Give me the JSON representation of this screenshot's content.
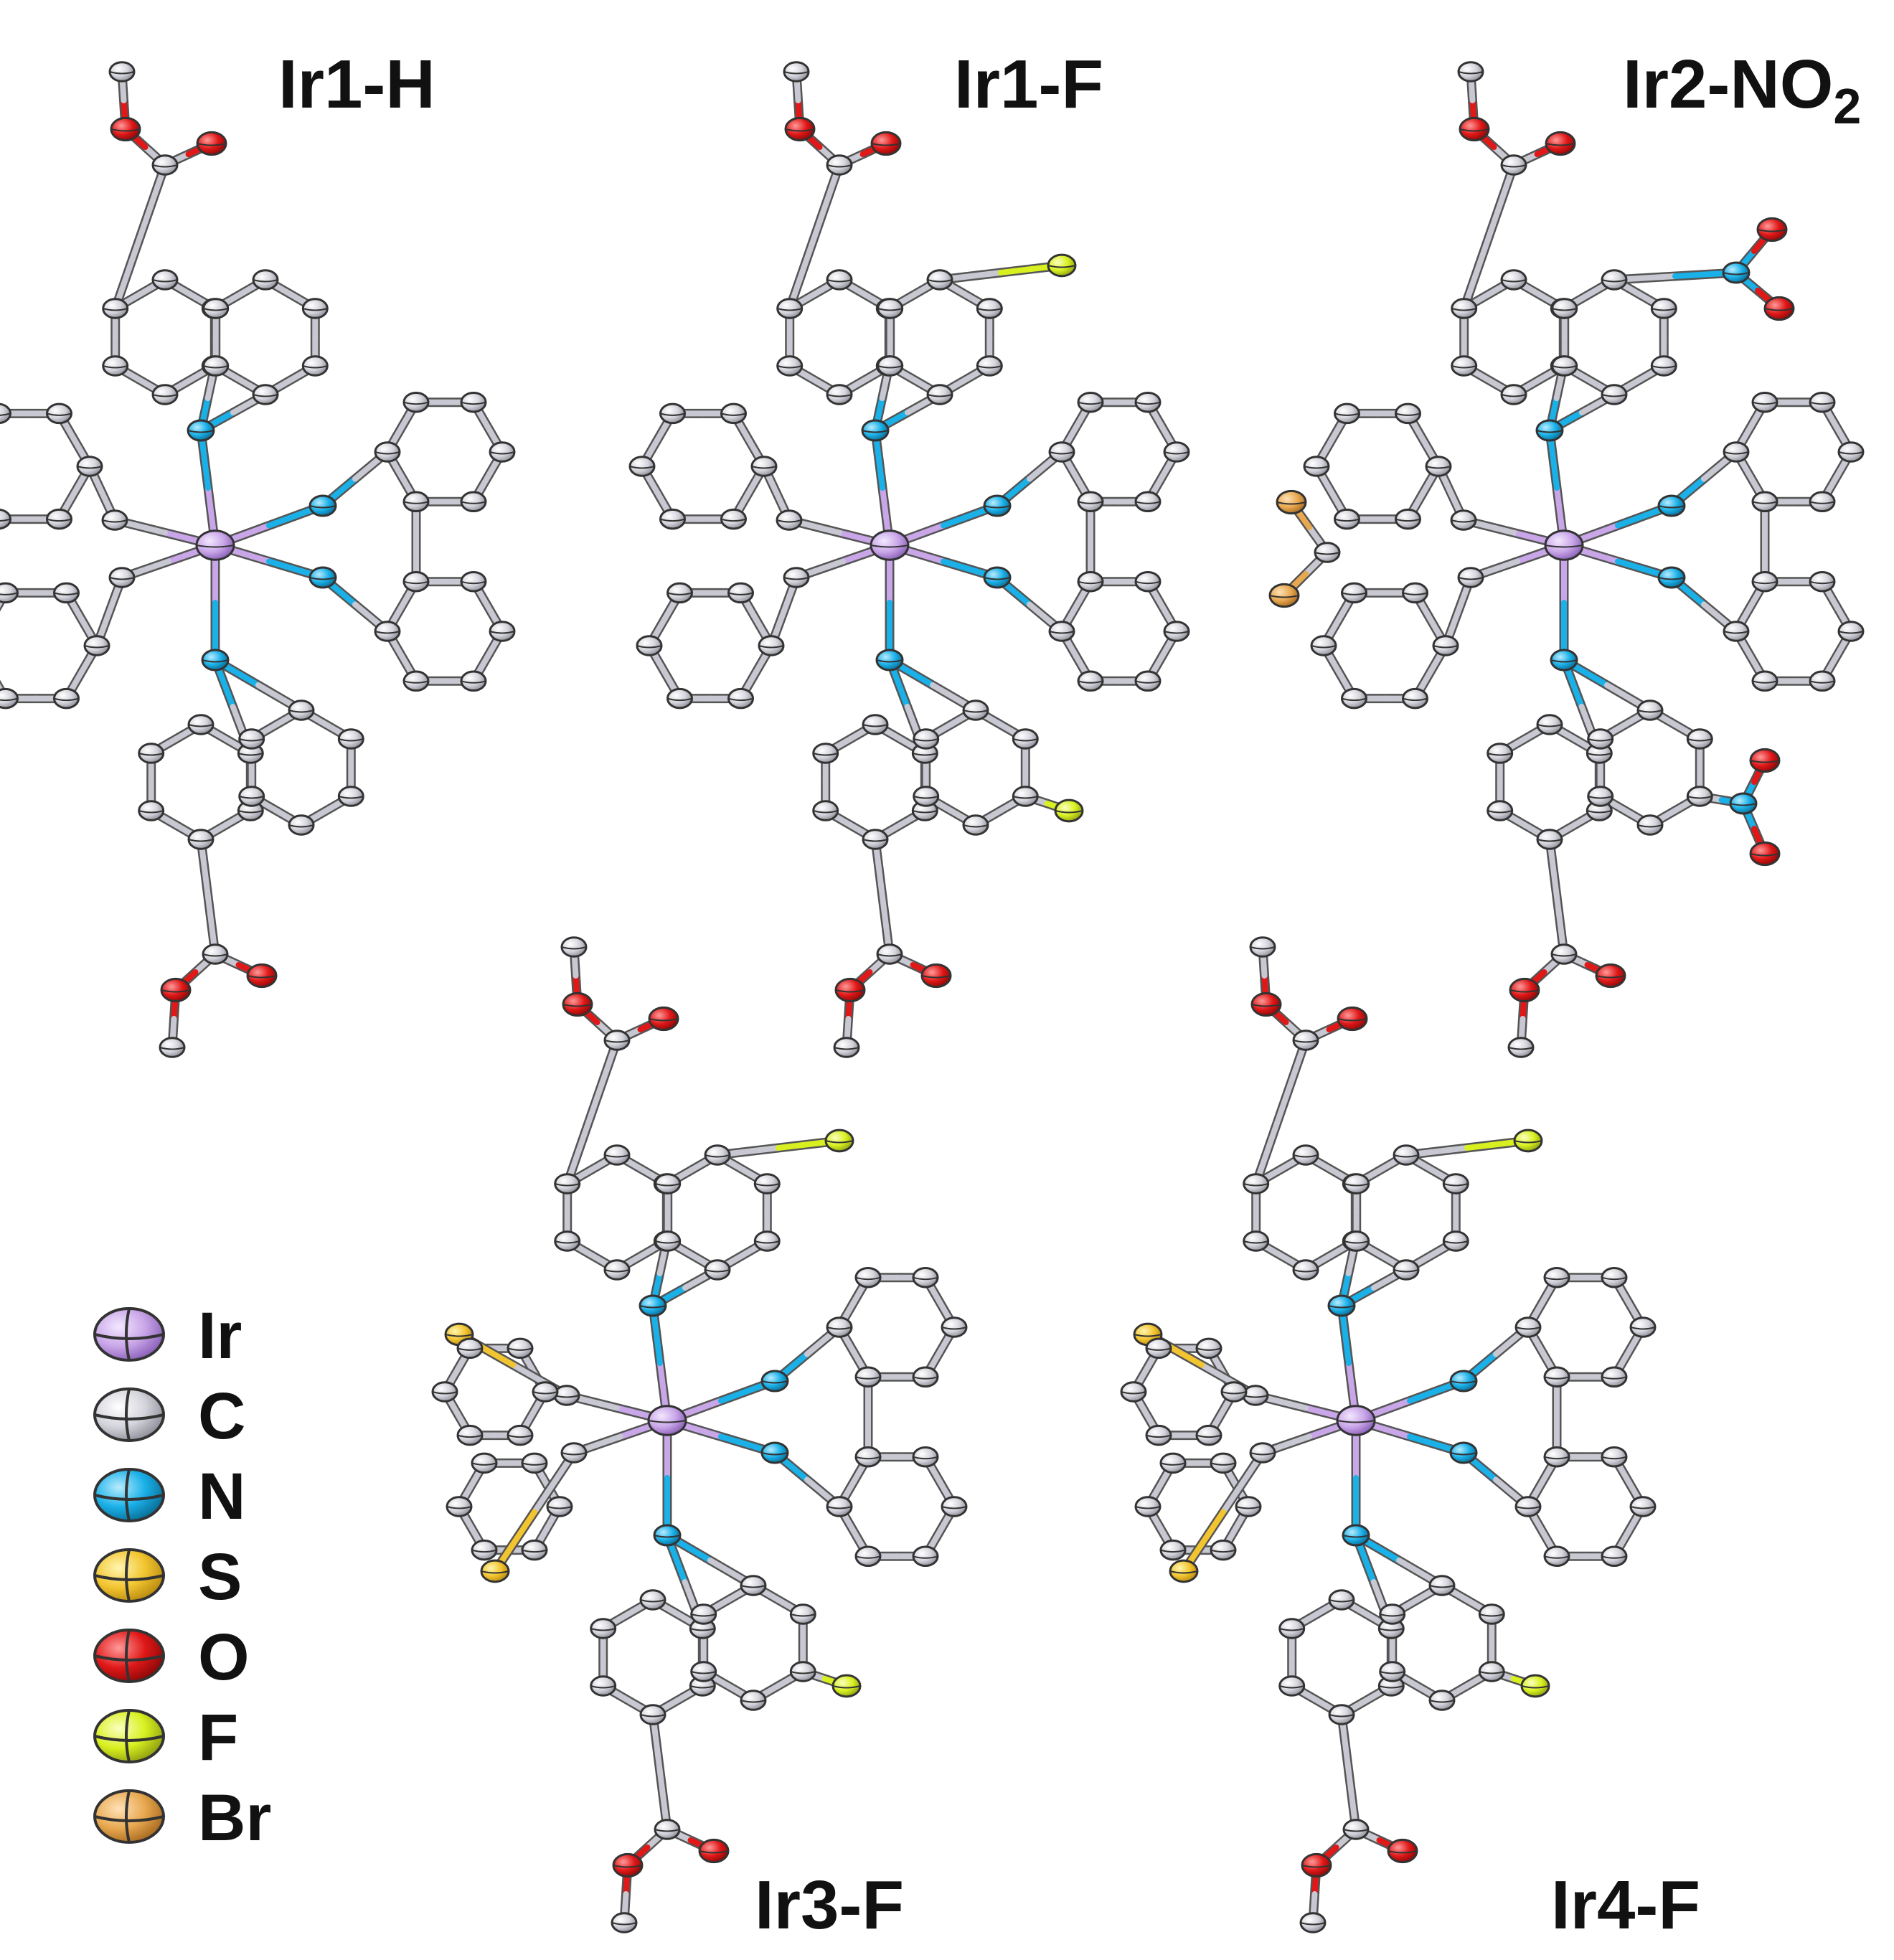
{
  "figure": {
    "structures": [
      {
        "id": "ir1h",
        "label": "Ir1-H",
        "label_parts": [
          "Ir1-H"
        ]
      },
      {
        "id": "ir1f",
        "label": "Ir1-F",
        "label_parts": [
          "Ir1-F"
        ]
      },
      {
        "id": "ir2no2",
        "label": "Ir2-NO2",
        "label_parts": [
          "Ir2-NO",
          "2"
        ]
      },
      {
        "id": "ir3f",
        "label": "Ir3-F",
        "label_parts": [
          "Ir3-F"
        ]
      },
      {
        "id": "ir4f",
        "label": "Ir4-F",
        "label_parts": [
          "Ir4-F"
        ]
      }
    ],
    "legend": [
      {
        "symbol": "Ir",
        "color": "#c9a6e8",
        "icon": "iridium-atom-icon"
      },
      {
        "symbol": "C",
        "color": "#d4d4dc",
        "icon": "carbon-atom-icon"
      },
      {
        "symbol": "N",
        "color": "#1ab0e8",
        "icon": "nitrogen-atom-icon"
      },
      {
        "symbol": "S",
        "color": "#f2c530",
        "icon": "sulfur-atom-icon"
      },
      {
        "symbol": "O",
        "color": "#e01818",
        "icon": "oxygen-atom-icon"
      },
      {
        "symbol": "F",
        "color": "#d8f020",
        "icon": "fluorine-atom-icon"
      },
      {
        "symbol": "Br",
        "color": "#e8a850",
        "icon": "bromine-atom-icon"
      }
    ]
  }
}
